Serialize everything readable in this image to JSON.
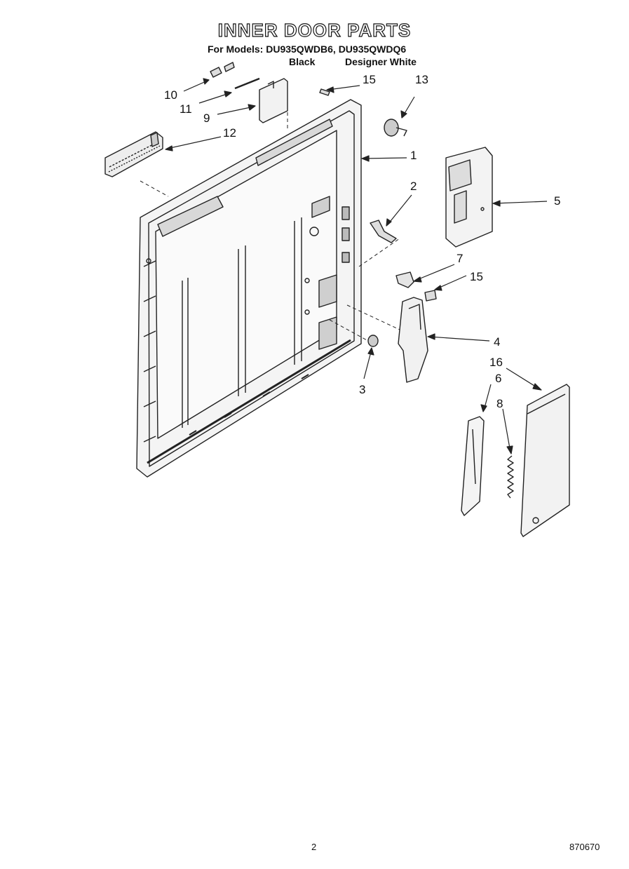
{
  "header": {
    "title": "INNER DOOR PARTS",
    "subtitle": "For Models: DU935QWDB6, DU935QWDQ6",
    "variants": [
      "Black",
      "Designer White"
    ]
  },
  "callouts": [
    "1",
    "2",
    "3",
    "4",
    "5",
    "6",
    "7",
    "8",
    "9",
    "10",
    "11",
    "12",
    "13",
    "15",
    "15",
    "16"
  ],
  "footer": {
    "page_number": "2",
    "document_code": "870670"
  }
}
